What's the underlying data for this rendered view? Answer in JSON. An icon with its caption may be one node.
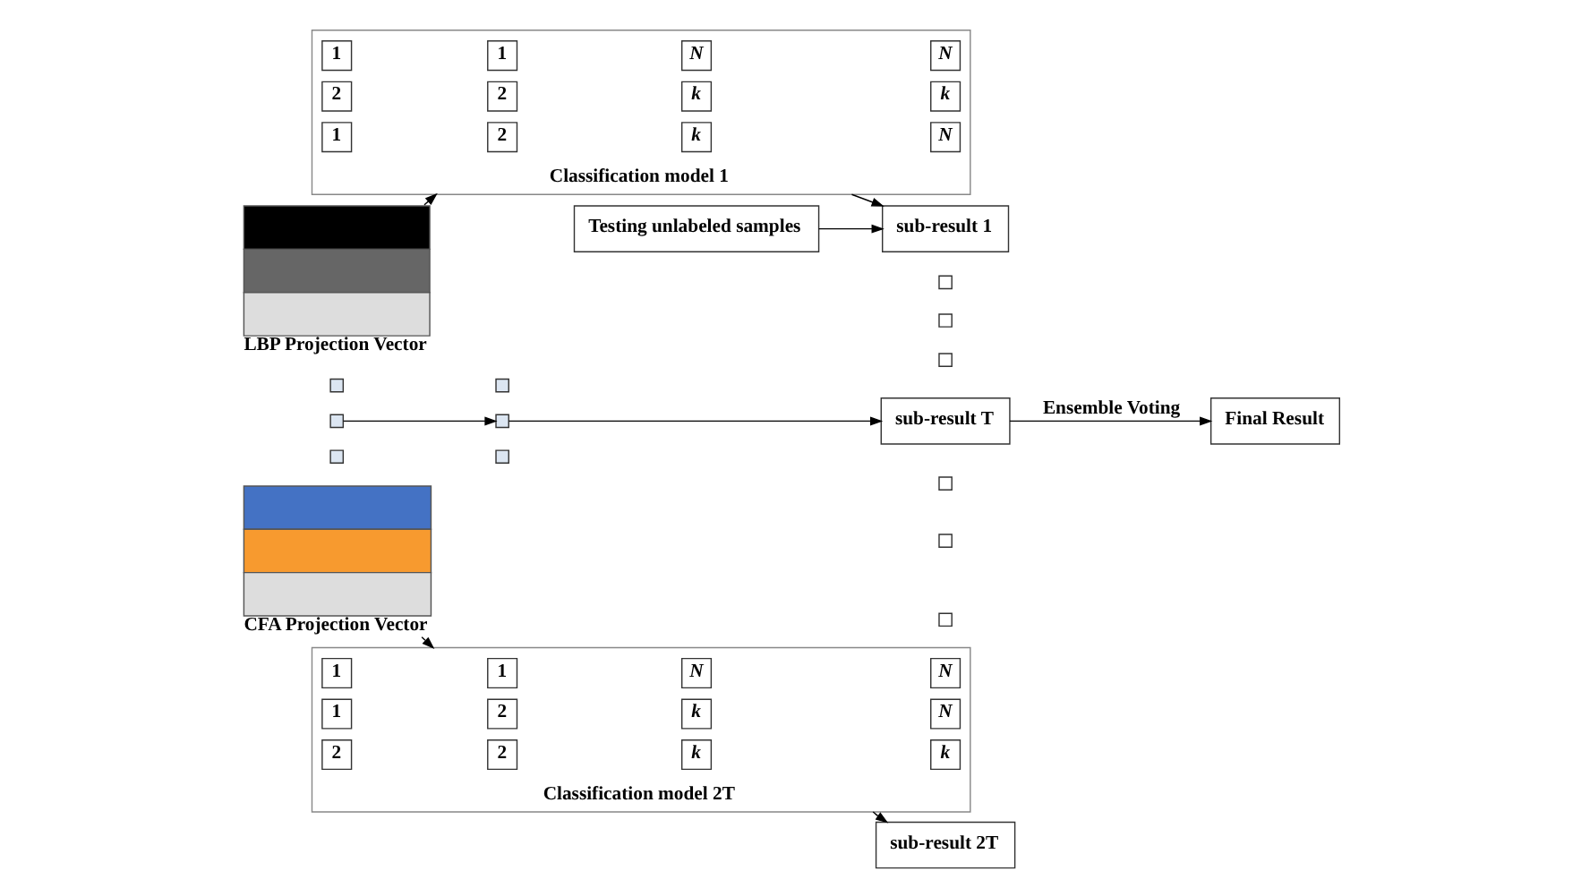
{
  "diagram": {
    "nodes": [
      {
        "text": [
          "LBP Projection Vector"
        ]
      },
      {
        "text": [
          "Classification model 1"
        ]
      },
      {
        "text": [
          "1"
        ],
        "in": 1
      },
      {
        "text": [
          "1"
        ],
        "in": 1
      },
      {
        "text": [
          "1"
        ],
        "in": 1
      },
      {
        "text": [
          "N"
        ],
        "in": 1
      },
      {
        "text": [
          "N"
        ],
        "in": 1
      },
      {
        "text": [
          "N"
        ],
        "in": 1
      },
      {
        "text": [
          "k"
        ],
        "in": 1
      },
      {
        "text": [
          "k"
        ],
        "in": 1
      },
      {
        "text": [
          "k"
        ],
        "in": 1
      },
      {
        "text": [
          "2"
        ],
        "in": 1
      },
      {
        "text": [
          "2"
        ],
        "in": 1
      },
      {
        "text": [
          "2"
        ],
        "in": 1
      },
      {
        "text": [
          "Testing unlabeled samples"
        ]
      },
      {
        "text": [
          "sub-result 1"
        ]
      },
      {
        "text": [],
        "shape": "box"
      },
      {
        "text": [],
        "shape": "box"
      },
      {
        "text": [],
        "shape": "box"
      },
      {
        "text": [],
        "shape": "box"
      },
      {
        "text": [],
        "shape": "box"
      },
      {
        "text": [],
        "shape": "box"
      },
      {
        "text": [],
        "shape": "box"
      },
      {
        "text": [],
        "shape": "box"
      },
      {
        "text": [],
        "shape": "box"
      },
      {
        "text": [
          "sub-result T"
        ]
      },
      {
        "text": [
          "Final Result"
        ]
      },
      {
        "text": [],
        "shape": "box"
      },
      {
        "text": [],
        "shape": "box"
      },
      {
        "text": [],
        "shape": "box"
      },
      {
        "text": [
          "CFA Projection Vector"
        ]
      },
      {
        "text": [
          "Classification model 2T"
        ]
      },
      {
        "text": [
          "1"
        ],
        "in": 31
      },
      {
        "text": [
          "1"
        ],
        "in": 31
      },
      {
        "text": [
          "1"
        ],
        "in": 31
      },
      {
        "text": [
          "N"
        ],
        "in": 31
      },
      {
        "text": [
          "N"
        ],
        "in": 31
      },
      {
        "text": [
          "N"
        ],
        "in": 31
      },
      {
        "text": [
          "k"
        ],
        "in": 31
      },
      {
        "text": [
          "k"
        ],
        "in": 31
      },
      {
        "text": [
          "k"
        ],
        "in": 31
      },
      {
        "text": [
          "2"
        ],
        "in": 31
      },
      {
        "text": [
          "2"
        ],
        "in": 31
      },
      {
        "text": [
          "2"
        ],
        "in": 31
      },
      {
        "text": [
          "sub-result 2T"
        ]
      }
    ],
    "edges": [
      {
        "from": 0,
        "to": 1,
        "arrow": "to"
      },
      {
        "from": 14,
        "to": 15,
        "arrow": "to"
      },
      {
        "from": 1,
        "to": 15,
        "arrow": "to"
      },
      {
        "from": 20,
        "to": 23,
        "arrow": "to"
      },
      {
        "from": 23,
        "to": 25,
        "arrow": "to"
      },
      {
        "from": 25,
        "to": 26,
        "arrow": "to",
        "label": "Ensemble Voting"
      },
      {
        "from": 30,
        "to": 31,
        "arrow": "to"
      },
      {
        "from": 31,
        "to": 44,
        "arrow": "to"
      }
    ]
  }
}
